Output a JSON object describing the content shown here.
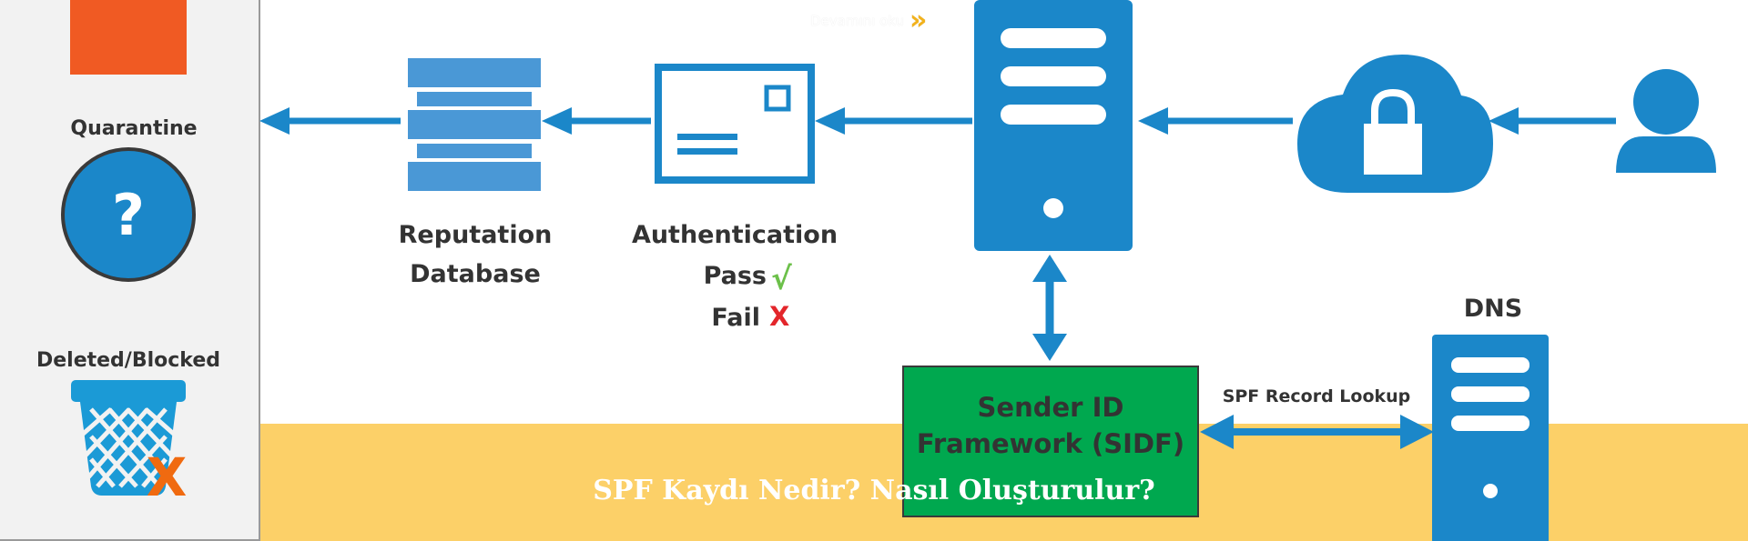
{
  "diagram": {
    "labels": {
      "quarantine": "Quarantine",
      "deleted_blocked": "Deleted/Blocked",
      "reputation_line1": "Reputation",
      "reputation_line2": "Database",
      "authentication": "Authentication",
      "pass": "Pass",
      "fail": "Fail",
      "dns": "DNS",
      "spf_lookup": "SPF Record Lookup",
      "sidf_line1": "Sender ID",
      "sidf_line2": "Framework (SIDF)",
      "question_mark": "?",
      "fail_mark": "X",
      "pass_mark": "√"
    },
    "colors": {
      "blue": "#1b87c9",
      "orange": "#f05a23",
      "green": "#00a84f",
      "red": "#e3262b"
    }
  },
  "read_more": {
    "label": "Devamını oku",
    "icon": "double-chevron-right-icon"
  },
  "banner": {
    "title": "SPF Kaydı Nedir? Nasıl Oluşturulur?"
  }
}
